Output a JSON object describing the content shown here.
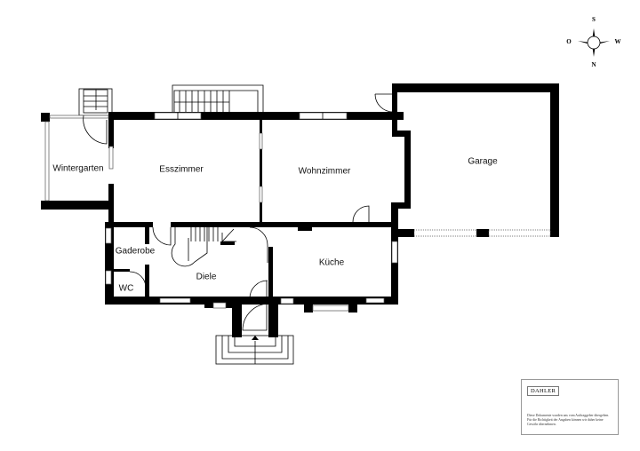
{
  "rooms": {
    "wintergarten": "Wintergarten",
    "esszimmer": "Esszimmer",
    "wohnzimmer": "Wohnzimmer",
    "garage": "Garage",
    "gaderobe": "Gaderobe",
    "diele": "Diele",
    "kueche": "Küche",
    "wc": "WC"
  },
  "compass": {
    "top": "S",
    "left": "O",
    "right": "W",
    "bottom": "N"
  },
  "footer": {
    "brand": "DAHLER",
    "disclaimer": "Diese Dokumente wurden uns vom Auftraggeber übergeben. Für die Richtigkeit der Angaben können wir daher keine Gewähr übernehmen."
  }
}
